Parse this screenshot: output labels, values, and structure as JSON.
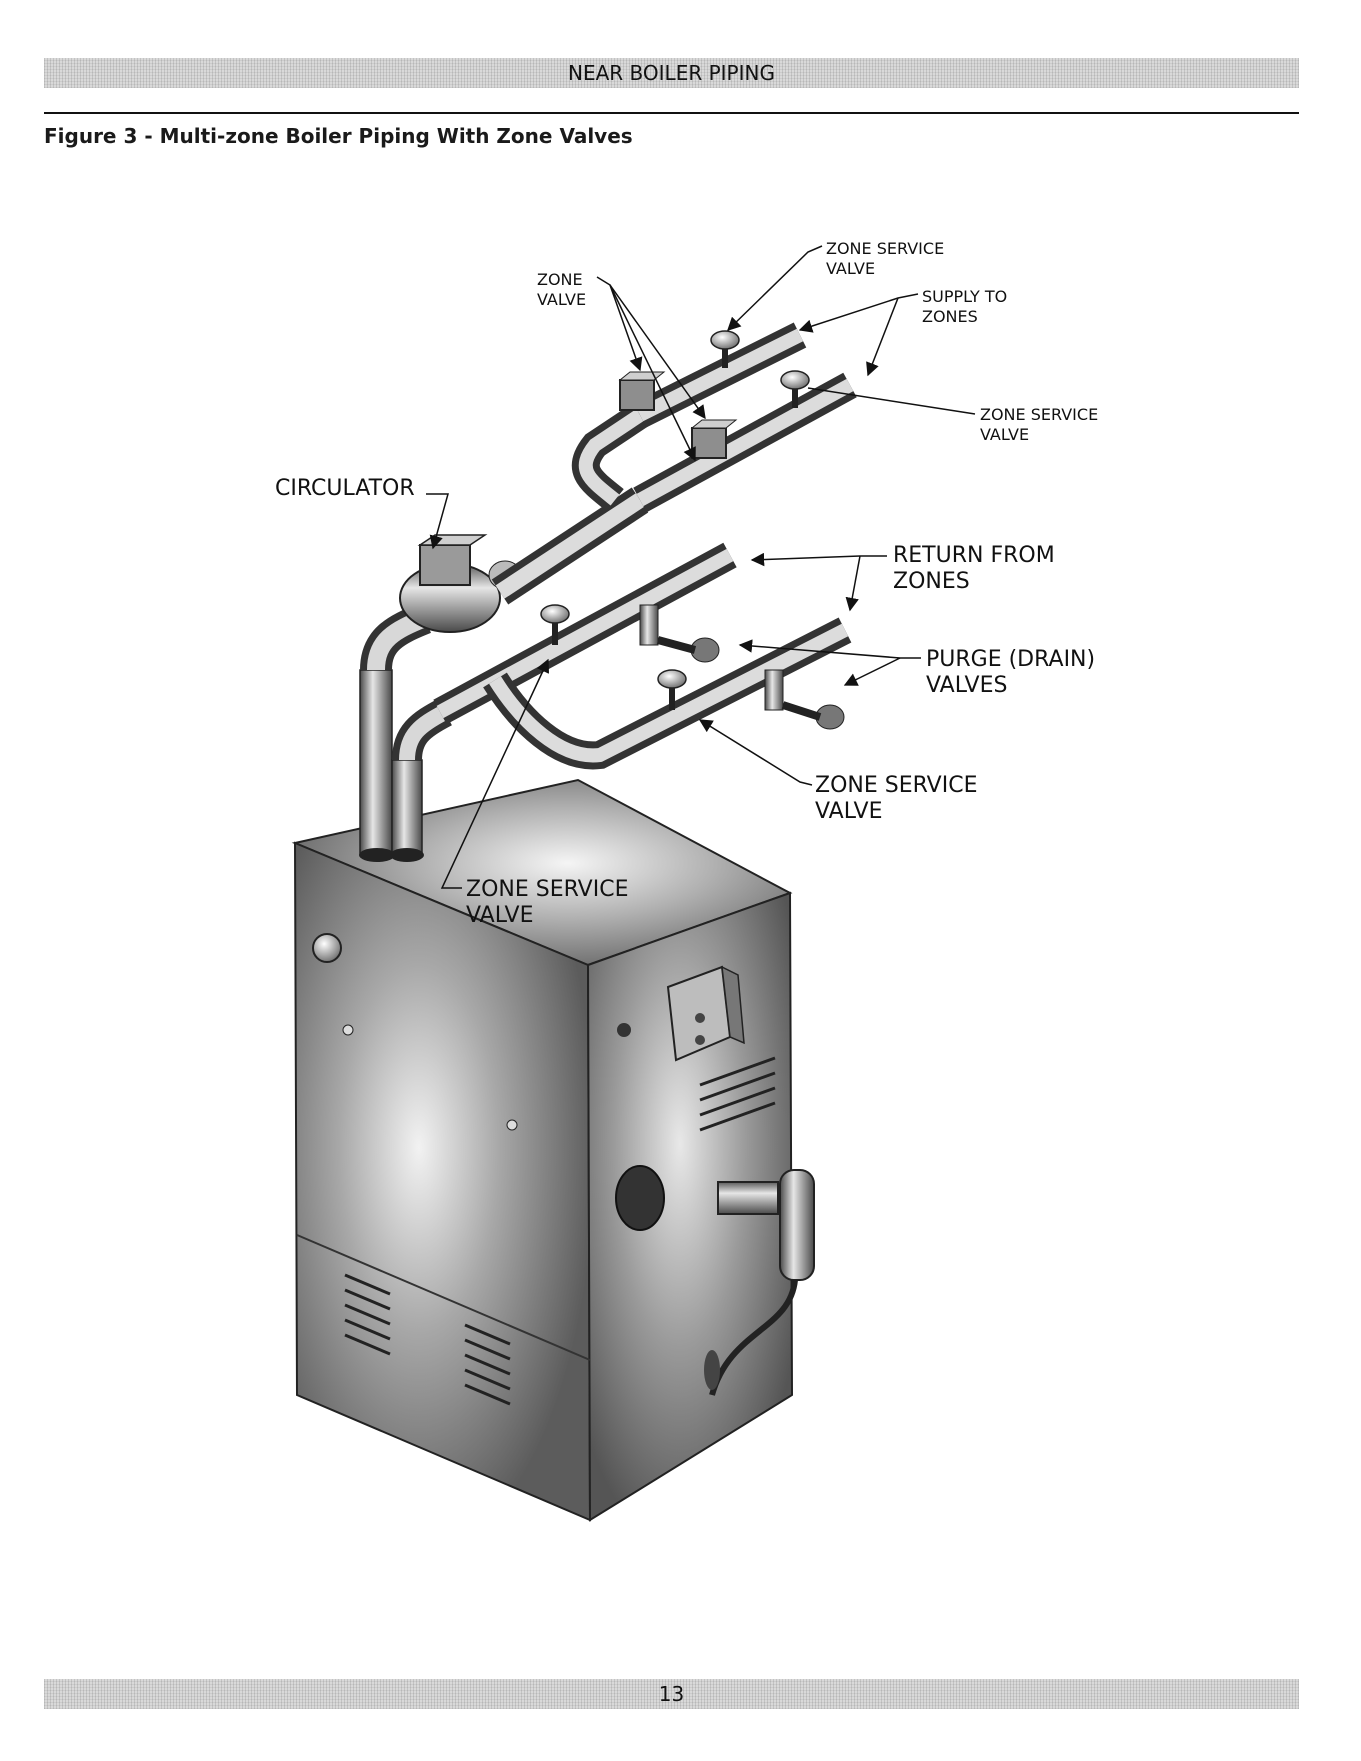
{
  "header": {
    "section_title": "NEAR BOILER PIPING"
  },
  "figure": {
    "title": "Figure 3 - Multi-zone Boiler Piping With Zone Valves"
  },
  "labels": {
    "zone_service_valve_top": [
      "ZONE SERVICE",
      "VALVE"
    ],
    "zone_valve": [
      "ZONE",
      "VALVE"
    ],
    "supply_to_zones": [
      "SUPPLY TO",
      "ZONES"
    ],
    "zone_service_valve_right": [
      "ZONE SERVICE",
      "VALVE"
    ],
    "circulator": [
      "CIRCULATOR"
    ],
    "return_from_zones": [
      "RETURN FROM",
      "ZONES"
    ],
    "purge_drain_valves": [
      "PURGE (DRAIN)",
      "VALVES"
    ],
    "zone_service_valve_lower": [
      "ZONE SERVICE",
      "VALVE"
    ],
    "zone_service_valve_boiler": [
      "ZONE SERVICE",
      "VALVE"
    ]
  },
  "footer": {
    "page_number": "13"
  }
}
